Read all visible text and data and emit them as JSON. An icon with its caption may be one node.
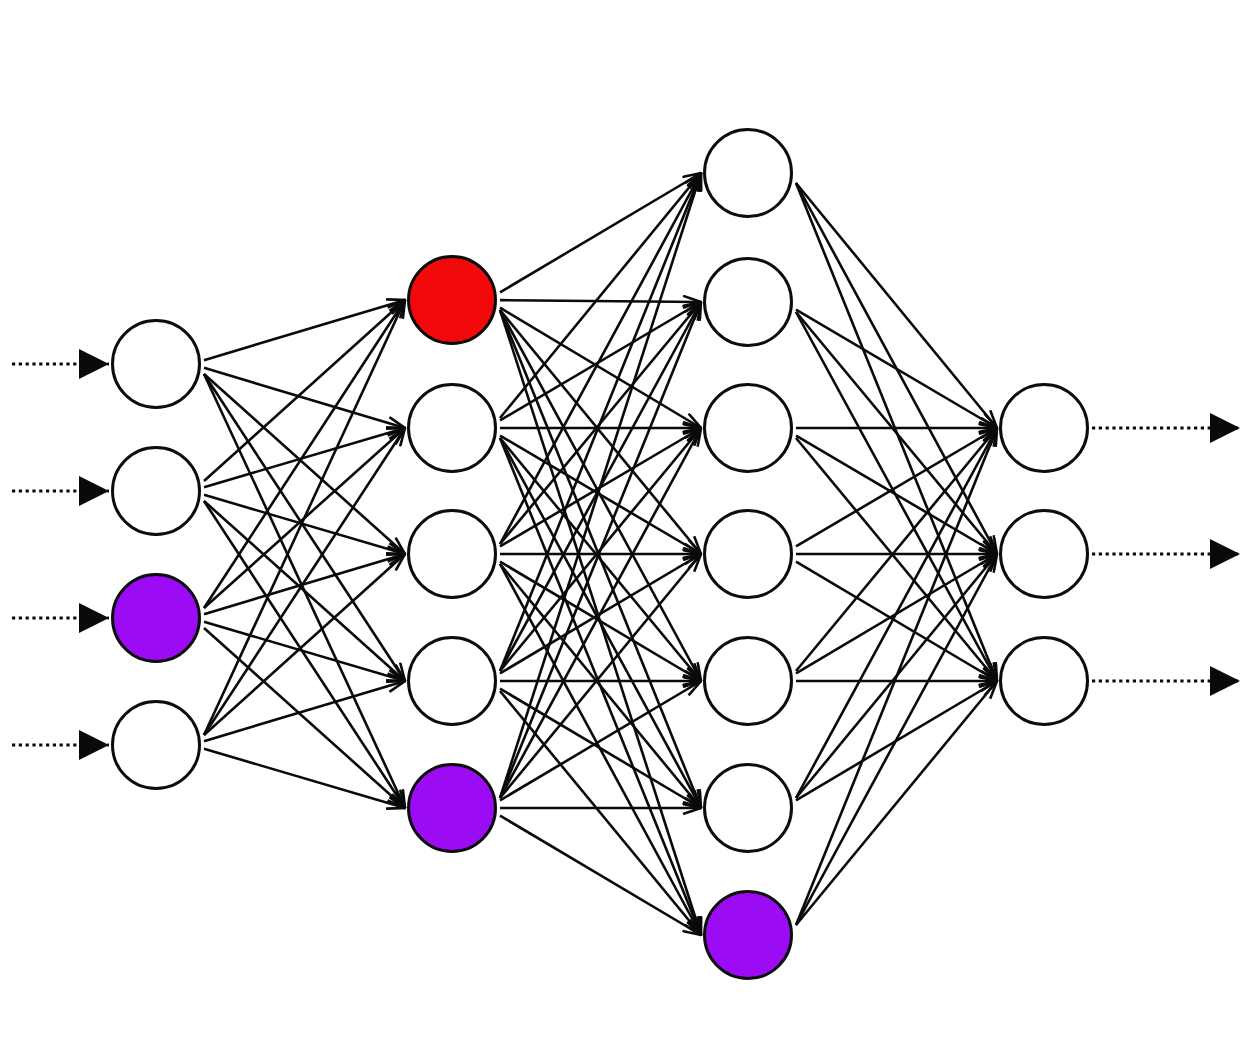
{
  "diagram": {
    "nodes": [
      {
        "text": [],
        "shape": "circle"
      },
      {
        "text": [],
        "shape": "circle"
      },
      {
        "text": [],
        "shape": "circle"
      },
      {
        "text": [],
        "shape": "circle"
      },
      {
        "text": [],
        "shape": "circle"
      },
      {
        "text": [],
        "shape": "circle"
      },
      {
        "text": [],
        "shape": "circle"
      },
      {
        "text": [],
        "shape": "circle"
      },
      {
        "text": [],
        "shape": "circle"
      },
      {
        "text": [],
        "shape": "circle"
      },
      {
        "text": [],
        "shape": "circle"
      },
      {
        "text": [],
        "shape": "circle"
      },
      {
        "text": [],
        "shape": "circle"
      },
      {
        "text": [],
        "shape": "circle"
      },
      {
        "text": [],
        "shape": "circle"
      },
      {
        "text": [],
        "shape": "circle"
      },
      {
        "text": [],
        "shape": "circle"
      },
      {
        "text": [],
        "shape": "circle"
      },
      {
        "text": [],
        "shape": "circle"
      }
    ],
    "edges": [
      {
        "from": null,
        "to": 0,
        "arrow": "to",
        "style": "dashed"
      },
      {
        "from": null,
        "to": 1,
        "arrow": "to",
        "style": "dashed"
      },
      {
        "from": null,
        "to": 2,
        "arrow": "to",
        "style": "dashed"
      },
      {
        "from": null,
        "to": 3,
        "arrow": "to",
        "style": "dashed"
      },
      {
        "from": 0,
        "to": 4,
        "arrow": "to"
      },
      {
        "from": 0,
        "to": 5,
        "arrow": "to"
      },
      {
        "from": 0,
        "to": 6,
        "arrow": "to"
      },
      {
        "from": 0,
        "to": 7,
        "arrow": "to"
      },
      {
        "from": 0,
        "to": 8,
        "arrow": "to"
      },
      {
        "from": 1,
        "to": 4,
        "arrow": "to"
      },
      {
        "from": 1,
        "to": 5,
        "arrow": "to"
      },
      {
        "from": 1,
        "to": 6,
        "arrow": "to"
      },
      {
        "from": 1,
        "to": 7,
        "arrow": "to"
      },
      {
        "from": 1,
        "to": 8,
        "arrow": "to"
      },
      {
        "from": 2,
        "to": 4,
        "arrow": "to"
      },
      {
        "from": 2,
        "to": 5,
        "arrow": "to"
      },
      {
        "from": 2,
        "to": 6,
        "arrow": "to"
      },
      {
        "from": 2,
        "to": 7,
        "arrow": "to"
      },
      {
        "from": 2,
        "to": 8,
        "arrow": "to"
      },
      {
        "from": 3,
        "to": 4,
        "arrow": "to"
      },
      {
        "from": 3,
        "to": 5,
        "arrow": "to"
      },
      {
        "from": 3,
        "to": 6,
        "arrow": "to"
      },
      {
        "from": 3,
        "to": 7,
        "arrow": "to"
      },
      {
        "from": 3,
        "to": 8,
        "arrow": "to"
      },
      {
        "from": 4,
        "to": 9,
        "arrow": "to"
      },
      {
        "from": 4,
        "to": 10,
        "arrow": "to"
      },
      {
        "from": 4,
        "to": 11,
        "arrow": "to"
      },
      {
        "from": 4,
        "to": 12,
        "arrow": "to"
      },
      {
        "from": 4,
        "to": 13,
        "arrow": "to"
      },
      {
        "from": 4,
        "to": 14,
        "arrow": "to"
      },
      {
        "from": 4,
        "to": 15,
        "arrow": "to"
      },
      {
        "from": 5,
        "to": 9,
        "arrow": "to"
      },
      {
        "from": 5,
        "to": 10,
        "arrow": "to"
      },
      {
        "from": 5,
        "to": 11,
        "arrow": "to"
      },
      {
        "from": 5,
        "to": 12,
        "arrow": "to"
      },
      {
        "from": 5,
        "to": 13,
        "arrow": "to"
      },
      {
        "from": 5,
        "to": 14,
        "arrow": "to"
      },
      {
        "from": 5,
        "to": 15,
        "arrow": "to"
      },
      {
        "from": 6,
        "to": 9,
        "arrow": "to"
      },
      {
        "from": 6,
        "to": 10,
        "arrow": "to"
      },
      {
        "from": 6,
        "to": 11,
        "arrow": "to"
      },
      {
        "from": 6,
        "to": 12,
        "arrow": "to"
      },
      {
        "from": 6,
        "to": 13,
        "arrow": "to"
      },
      {
        "from": 6,
        "to": 14,
        "arrow": "to"
      },
      {
        "from": 6,
        "to": 15,
        "arrow": "to"
      },
      {
        "from": 7,
        "to": 9,
        "arrow": "to"
      },
      {
        "from": 7,
        "to": 10,
        "arrow": "to"
      },
      {
        "from": 7,
        "to": 11,
        "arrow": "to"
      },
      {
        "from": 7,
        "to": 12,
        "arrow": "to"
      },
      {
        "from": 7,
        "to": 13,
        "arrow": "to"
      },
      {
        "from": 7,
        "to": 14,
        "arrow": "to"
      },
      {
        "from": 7,
        "to": 15,
        "arrow": "to"
      },
      {
        "from": 8,
        "to": 9,
        "arrow": "to"
      },
      {
        "from": 8,
        "to": 10,
        "arrow": "to"
      },
      {
        "from": 8,
        "to": 11,
        "arrow": "to"
      },
      {
        "from": 8,
        "to": 12,
        "arrow": "to"
      },
      {
        "from": 8,
        "to": 13,
        "arrow": "to"
      },
      {
        "from": 8,
        "to": 14,
        "arrow": "to"
      },
      {
        "from": 8,
        "to": 15,
        "arrow": "to"
      },
      {
        "from": 9,
        "to": 16,
        "arrow": "to"
      },
      {
        "from": 9,
        "to": 17,
        "arrow": "to"
      },
      {
        "from": 9,
        "to": 18,
        "arrow": "to"
      },
      {
        "from": 10,
        "to": 16,
        "arrow": "to"
      },
      {
        "from": 10,
        "to": 17,
        "arrow": "to"
      },
      {
        "from": 10,
        "to": 18,
        "arrow": "to"
      },
      {
        "from": 11,
        "to": 16,
        "arrow": "to"
      },
      {
        "from": 11,
        "to": 17,
        "arrow": "to"
      },
      {
        "from": 11,
        "to": 18,
        "arrow": "to"
      },
      {
        "from": 12,
        "to": 16,
        "arrow": "to"
      },
      {
        "from": 12,
        "to": 17,
        "arrow": "to"
      },
      {
        "from": 12,
        "to": 18,
        "arrow": "to"
      },
      {
        "from": 13,
        "to": 16,
        "arrow": "to"
      },
      {
        "from": 13,
        "to": 17,
        "arrow": "to"
      },
      {
        "from": 13,
        "to": 18,
        "arrow": "to"
      },
      {
        "from": 14,
        "to": 16,
        "arrow": "to"
      },
      {
        "from": 14,
        "to": 17,
        "arrow": "to"
      },
      {
        "from": 14,
        "to": 18,
        "arrow": "to"
      },
      {
        "from": 15,
        "to": 16,
        "arrow": "to"
      },
      {
        "from": 15,
        "to": 17,
        "arrow": "to"
      },
      {
        "from": 15,
        "to": 18,
        "arrow": "to"
      },
      {
        "from": 16,
        "to": null,
        "arrow": "to",
        "style": "dashed"
      },
      {
        "from": 17,
        "to": null,
        "arrow": "to",
        "style": "dashed"
      },
      {
        "from": 18,
        "to": null,
        "arrow": "to",
        "style": "dashed"
      }
    ]
  }
}
